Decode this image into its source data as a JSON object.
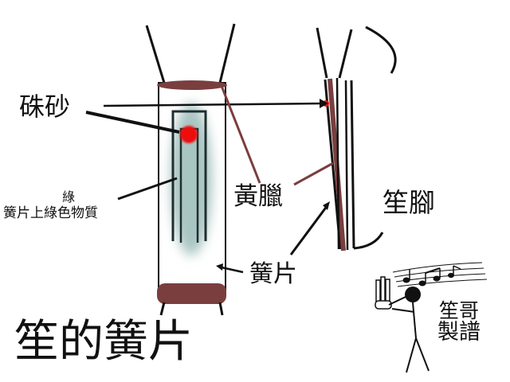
{
  "title": "笙的簧片",
  "labels": {
    "cinnabar": "硃砂",
    "green_top": "綠",
    "green_desc": "簧片上綠色物質",
    "wax": "黃臘",
    "sheng_foot": "笙腳",
    "reed": "簧片"
  },
  "credit": {
    "line1": "笙哥",
    "line2": "製譜"
  },
  "colors": {
    "outline": "#111111",
    "wax": "#7a3e3e",
    "cinnabar": "#ee1111",
    "green_material": "#a9c5c2"
  },
  "icons": {
    "mascot": "sheng-player-figure",
    "notes": "music-notes-staff"
  }
}
